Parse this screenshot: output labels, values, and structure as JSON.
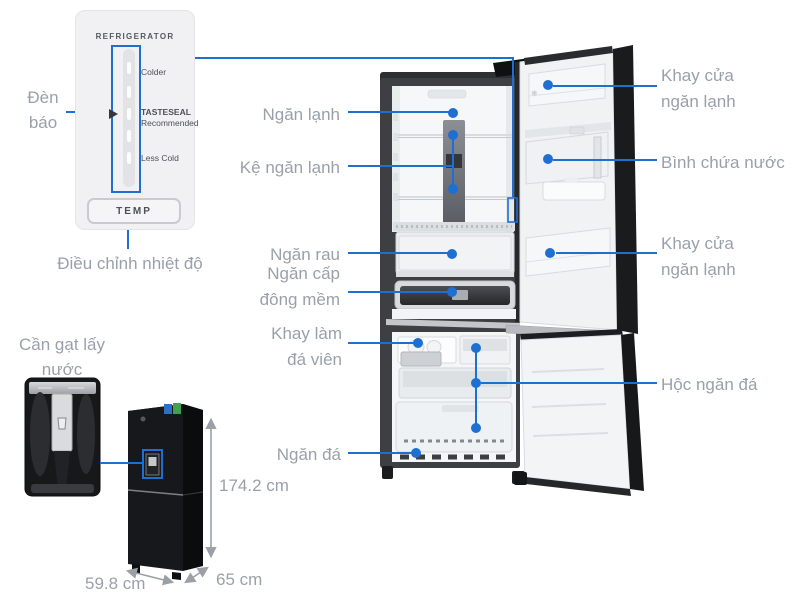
{
  "colors": {
    "accent": "#1e6fd2",
    "label_gray": "#9aa0ab"
  },
  "control_panel": {
    "title": "REFRIGERATOR",
    "colder": "Colder",
    "tasteseal": "TASTESEAL",
    "recommended": "Recommended",
    "less_cold": "Less Cold",
    "temp_button": "TEMP"
  },
  "callouts": {
    "indicator_light": "Đèn báo",
    "temperature_adjust": "Điều chỉnh nhiệt độ",
    "fridge_compartment": "Ngăn lạnh",
    "fridge_shelf": "Kệ ngăn lạnh",
    "vegetable_drawer": "Ngăn rau",
    "soft_freeze_drawer": "Ngăn cấp đông mềm",
    "ice_cube_tray": "Khay làm đá viên",
    "freezer_compartment": "Ngăn đá",
    "door_tray_top": "Khay cửa ngăn lạnh",
    "water_tank": "Bình chứa nước",
    "door_tray_bottom": "Khay cửa ngăn lạnh",
    "freezer_bin": "Hộc ngăn đá",
    "water_lever": "Cần gạt lấy nước"
  },
  "dimensions": {
    "height": "174.2 cm",
    "width": "59.8 cm",
    "depth": "65 cm"
  }
}
